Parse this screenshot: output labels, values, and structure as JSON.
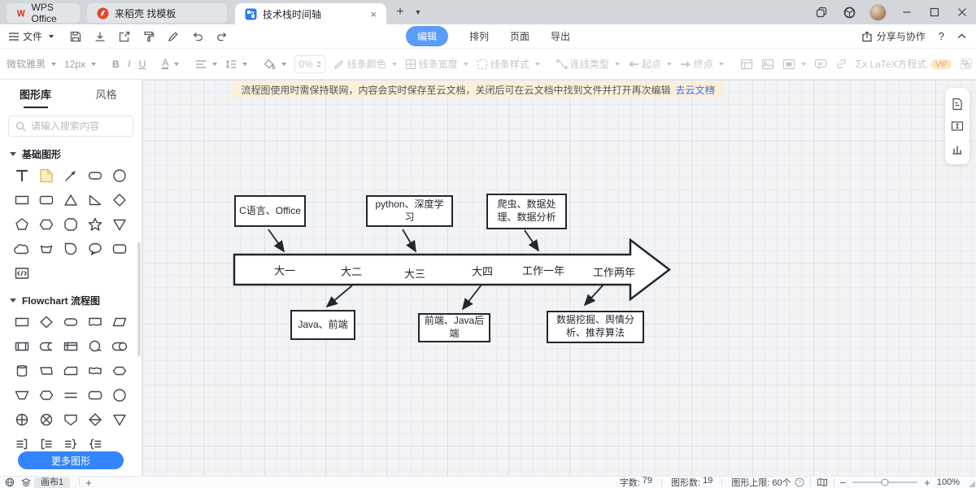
{
  "titlebar": {
    "tab_wps": "WPS Office",
    "tab_docer": "来稻壳 找模板",
    "tab_doc": "技术栈时间轴"
  },
  "menubar": {
    "file": "文件",
    "edit": "编辑",
    "arrange": "排列",
    "page": "页面",
    "export": "导出",
    "share": "分享与协作",
    "help": "?"
  },
  "toolbar": {
    "font_family": "微软雅黑",
    "font_size": "12px",
    "bold": "B",
    "italic": "I",
    "underline": "U",
    "font_color": "A",
    "opacity": "0%",
    "line_color": "线条颜色",
    "line_width": "线条宽度",
    "line_style": "线条样式",
    "connector_type": "连线类型",
    "start_point": "起点",
    "end_point": "终点",
    "latex_sigma": "Σx",
    "latex_label": "LaTeX方程式",
    "vip_badge": "VIP"
  },
  "notice": {
    "text": "流程图使用时需保持联网，内容会实时保存至云文档，关闭后可在云文档中找到文件并打开再次编辑",
    "link": "去云文档"
  },
  "sidebar": {
    "tab_shapes": "图形库",
    "tab_style": "风格",
    "search_placeholder": "请输入搜索内容",
    "section_basic": "基础图形",
    "section_flowchart": "Flowchart 流程图",
    "more_button": "更多图形",
    "basic_shapes": [
      "text",
      "note",
      "arrow",
      "stadium",
      "circle",
      "rectangle",
      "rounded-rectangle",
      "triangle",
      "right-triangle",
      "diamond",
      "pentagon",
      "hexagon",
      "octagon",
      "star",
      "inverted-triangle",
      "cloud",
      "manual-input",
      "teardrop",
      "callout",
      "snip-rectangle",
      "code-block"
    ],
    "flowchart_shapes": [
      "process",
      "decision",
      "terminator",
      "document",
      "parallelogram",
      "predefined-process",
      "stored-data",
      "internal-storage",
      "sequential-access",
      "direct-access",
      "database",
      "manual-operation",
      "card",
      "paper-tape",
      "display",
      "trapezoid",
      "preparation",
      "parallel-mode",
      "alternate-process",
      "connector",
      "or-junction",
      "summing-junction",
      "off-page",
      "decision-split",
      "merge",
      "bracket-right",
      "bracket-left",
      "brace-right",
      "brace-left"
    ]
  },
  "diagram": {
    "timeline": [
      "大一",
      "大二",
      "大三",
      "大四",
      "工作一年",
      "工作两年"
    ],
    "top_boxes": [
      "C语言、Office",
      "python、深度学习",
      "爬虫、数据处理、数据分析"
    ],
    "bottom_boxes": [
      "Java、前端",
      "前端、Java后端",
      "数据挖掘、舆情分析、推荐算法"
    ]
  },
  "statusbar": {
    "canvas_tab": "画布1",
    "words_label": "字数:",
    "words": "79",
    "shapes_label": "图形数:",
    "shapes": "19",
    "limit_label": "图形上限:",
    "limit": "60个",
    "zoom": "100%"
  },
  "colors": {
    "accent_blue": "#3385ff",
    "edit_pill_blue": "#5b9cf9",
    "notice_bg": "#fcefd8",
    "wps_red": "#e33b2e",
    "canvas_bg": "#f2f3f5",
    "shape_stroke": "#23272e"
  }
}
